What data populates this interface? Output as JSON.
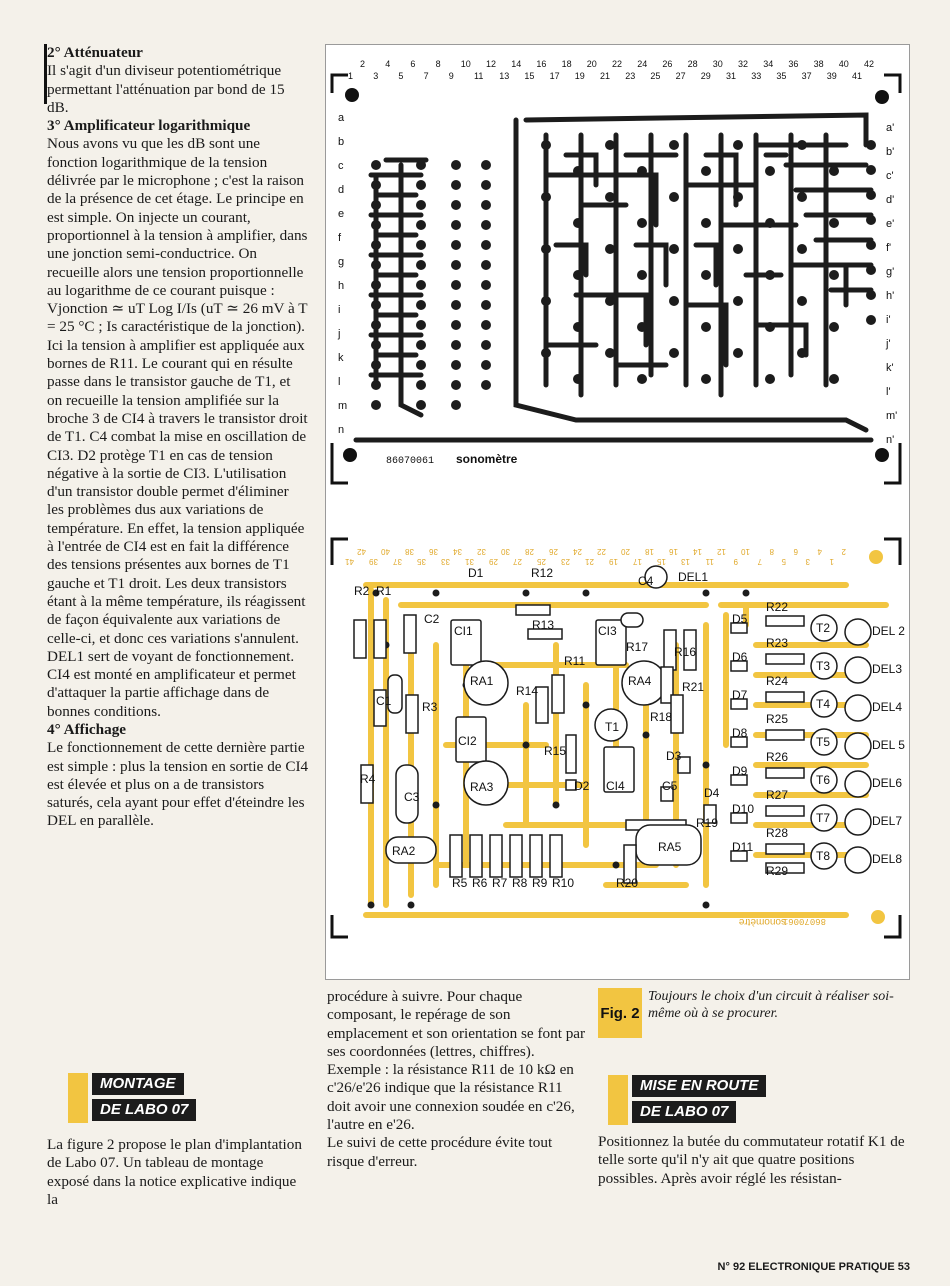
{
  "left_column": {
    "s2_title": "2° Atténuateur",
    "s2_body": "Il s'agit d'un diviseur potentiométrique permettant l'atténuation par bond de 15 dB.",
    "s3_title": "3° Amplificateur logarithmique",
    "s3_body": "Nous avons vu que les dB sont une fonction logarithmique de la tension délivrée par le microphone ; c'est la raison de la présence de cet étage. Le principe en est simple. On injecte un courant, proportionnel à la tension à amplifier, dans une jonction semi-conductrice. On recueille alors une tension proportionnelle au logarithme de ce courant puisque : Vjonction ≃ uT Log I/Is (uT ≃ 26 mV à T = 25 °C ; Is caractéristique de la jonction). Ici la tension à amplifier est appliquée aux bornes de R11. Le courant qui en résulte passe dans le transistor gauche de T1, et on recueille la tension amplifiée sur la broche 3 de CI4 à travers le transistor droit de T1. C4 combat la mise en oscillation de CI3. D2 protège T1 en cas de tension négative à la sortie de CI3. L'utilisation d'un transistor double permet d'éliminer les problèmes dus aux variations de température. En effet, la tension appliquée à l'entrée de CI4 est en fait la différence des tensions présentes aux bornes de T1 gauche et T1 droit. Les deux transistors étant à la même température, ils réagissent de façon équivalente aux variations de celle-ci, et donc ces variations s'annulent. DEL1 sert de voyant de fonctionnement. CI4 est monté en amplificateur et permet d'attaquer la partie affichage dans de bonnes conditions.",
    "s4_title": "4° Affichage",
    "s4_body": "Le fonctionnement de cette dernière partie est simple : plus la tension en sortie de CI4 est élevée et plus on a de transistors saturés, cela ayant pour effet d'éteindre les DEL en parallèle."
  },
  "montage_head": {
    "line1": "MONTAGE",
    "line2": "DE LABO 07"
  },
  "montage_body": "La figure 2 propose le plan d'implantation de Labo 07. Un tableau de montage exposé dans la notice explicative indique la",
  "middle_column": {
    "p1": "procédure à suivre. Pour chaque composant, le repérage de son emplacement et son orientation se font par ses coordonnées (lettres, chiffres).",
    "p2": "Exemple : la résistance R11 de 10 kΩ en c'26/e'26 indique que la résistance R11 doit avoir une connexion soudée en c'26, l'autre en e'26.",
    "p3": "Le suivi de cette procédure évite tout risque d'erreur."
  },
  "figure": {
    "label": "Fig. 2",
    "caption": "Toujours le choix d'un circuit à réaliser soi-même où à se procurer.",
    "pcb_label": "86070061",
    "pcb_title": "sonomètre",
    "even_cols": [
      "2",
      "4",
      "6",
      "8",
      "10",
      "12",
      "14",
      "16",
      "18",
      "20",
      "22",
      "24",
      "26",
      "28",
      "30",
      "32",
      "34",
      "36",
      "38",
      "40",
      "42"
    ],
    "odd_cols": [
      "1",
      "3",
      "5",
      "7",
      "9",
      "11",
      "13",
      "15",
      "17",
      "19",
      "21",
      "23",
      "25",
      "27",
      "29",
      "31",
      "33",
      "35",
      "37",
      "39",
      "41"
    ],
    "rows_left": [
      "a",
      "b",
      "c",
      "d",
      "e",
      "f",
      "g",
      "h",
      "i",
      "j",
      "k",
      "l",
      "m",
      "n"
    ],
    "rows_right": [
      "a'",
      "b'",
      "c'",
      "d'",
      "e'",
      "f'",
      "g'",
      "h'",
      "i'",
      "j'",
      "k'",
      "l'",
      "m'",
      "n'"
    ],
    "components": {
      "D1": "D1",
      "R12": "R12",
      "C4": "C4",
      "DEL1": "DEL1",
      "R2": "R2",
      "R1": "R1",
      "C2": "C2",
      "CI1": "CI1",
      "R13": "R13",
      "CI3": "CI3",
      "R17": "R17",
      "R16": "R16",
      "R11": "R11",
      "RA1": "RA1",
      "R14": "R14",
      "RA4": "RA4",
      "R21": "R21",
      "C1": "C1",
      "R3": "R3",
      "R18": "R18",
      "CI2": "CI2",
      "T1": "T1",
      "D3": "D3",
      "R15": "R15",
      "R4": "R4",
      "D2": "D2",
      "CI4": "CI4",
      "C5": "C5",
      "D4": "D4",
      "RA3": "RA3",
      "C3": "C3",
      "R19": "R19",
      "RA2": "RA2",
      "RA5": "RA5",
      "R5": "R5",
      "R6": "R6",
      "R7": "R7",
      "R8": "R8",
      "R9": "R9",
      "R10": "R10",
      "R20": "R20",
      "R22": "R22",
      "D5": "D5",
      "T2": "T2",
      "DEL2": "DEL 2",
      "R23": "R23",
      "D6": "D6",
      "T3": "T3",
      "DEL3": "DEL3",
      "R24": "R24",
      "D7": "D7",
      "T4": "T4",
      "DEL4": "DEL4",
      "R25": "R25",
      "D8": "D8",
      "T5": "T5",
      "DEL5": "DEL 5",
      "R26": "R26",
      "D9": "D9",
      "T6": "T6",
      "DEL6": "DEL6",
      "R27": "R27",
      "D10": "D10",
      "T7": "T7",
      "DEL7": "DEL7",
      "R28": "R28",
      "D11": "D11",
      "T8": "T8",
      "DEL8": "DEL8",
      "R29": "R29"
    }
  },
  "mise_head": {
    "line1": "MISE EN ROUTE",
    "line2": "DE LABO 07"
  },
  "mise_body": "Positionnez la butée du commutateur rotatif K1 de telle sorte qu'il n'y ait que quatre positions possibles. Après avoir réglé les résistan-",
  "footer": "N° 92 ELECTRONIQUE PRATIQUE 53",
  "colors": {
    "accent_yellow": "#f2c541",
    "copper_dark": "#1c1c1c",
    "page": "#f4f1ea"
  }
}
